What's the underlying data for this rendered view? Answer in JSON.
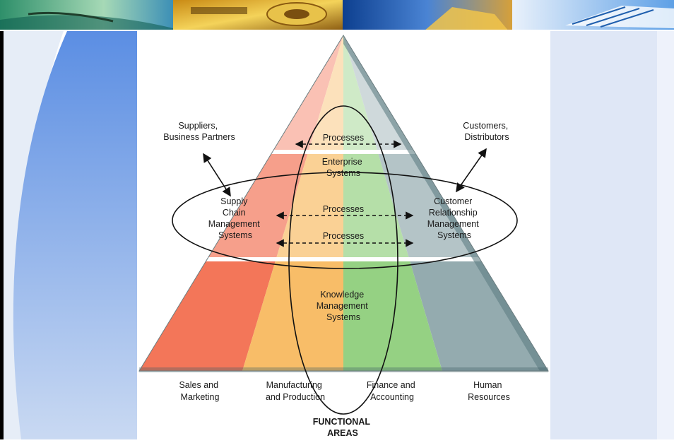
{
  "diagram": {
    "external": {
      "suppliers": [
        "Suppliers,",
        "Business Partners"
      ],
      "customers": [
        "Customers,",
        "Distributors"
      ]
    },
    "center": {
      "processes_top": "Processes",
      "enterprise_systems": [
        "Enterprise",
        "Systems"
      ],
      "processes_mid": "Processes",
      "processes_low": "Processes",
      "knowledge_management": [
        "Knowledge",
        "Management",
        "Systems"
      ]
    },
    "supply_chain": [
      "Supply",
      "Chain",
      "Management",
      "Systems"
    ],
    "crm": [
      "Customer",
      "Relationship",
      "Management",
      "Systems"
    ],
    "functional_areas": {
      "items": [
        [
          "Sales and",
          "Marketing"
        ],
        [
          "Manufacturing",
          "and Production"
        ],
        [
          "Finance and",
          "Accounting"
        ],
        [
          "Human",
          "Resources"
        ]
      ],
      "title": [
        "FUNCTIONAL",
        "AREAS"
      ]
    },
    "colors": {
      "sales": "#f26a4b",
      "manufacturing": "#f8b960",
      "finance": "#8fcf7c",
      "hr": "#8ea7ab"
    }
  }
}
